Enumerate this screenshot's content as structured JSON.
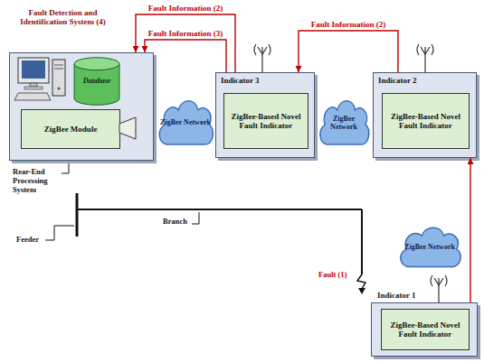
{
  "diagram": {
    "nodes": [
      {
        "text": [
          "Fault Detection and Identification System (4)"
        ]
      },
      {
        "text": [
          "Database"
        ],
        "in": 0
      },
      {
        "text": [
          "ZigBee Module"
        ],
        "in": 0
      },
      {
        "text": [
          "ZigBee Network"
        ]
      },
      {
        "text": [
          "Indicator 3"
        ]
      },
      {
        "text": [
          "ZigBee-Based Novel Fault Indicator"
        ],
        "in": 4
      },
      {
        "text": [
          "ZigBee Network"
        ]
      },
      {
        "text": [
          "Indicator 2"
        ]
      },
      {
        "text": [
          "ZigBee-Based Novel Fault Indicator"
        ],
        "in": 7
      },
      {
        "text": [
          "ZigBee Network"
        ]
      },
      {
        "text": [
          "Indicator 1"
        ]
      },
      {
        "text": [
          "ZigBee-Based Novel Fault Indicator"
        ],
        "in": 10
      }
    ],
    "edges": [
      {
        "from": 10,
        "to": 7,
        "arrow": "to"
      },
      {
        "from": 7,
        "to": 4,
        "label": "Fault Information (2)",
        "arrow": "to"
      },
      {
        "from": 4,
        "to": 0,
        "label": "Fault Information (2)",
        "arrow": "to"
      },
      {
        "from": 4,
        "to": 0,
        "label": "Fault Information (3)",
        "arrow": "to"
      }
    ],
    "labels": [
      "Rear-End Processing System",
      "Feeder",
      "Branch",
      "Fault (1)"
    ]
  }
}
